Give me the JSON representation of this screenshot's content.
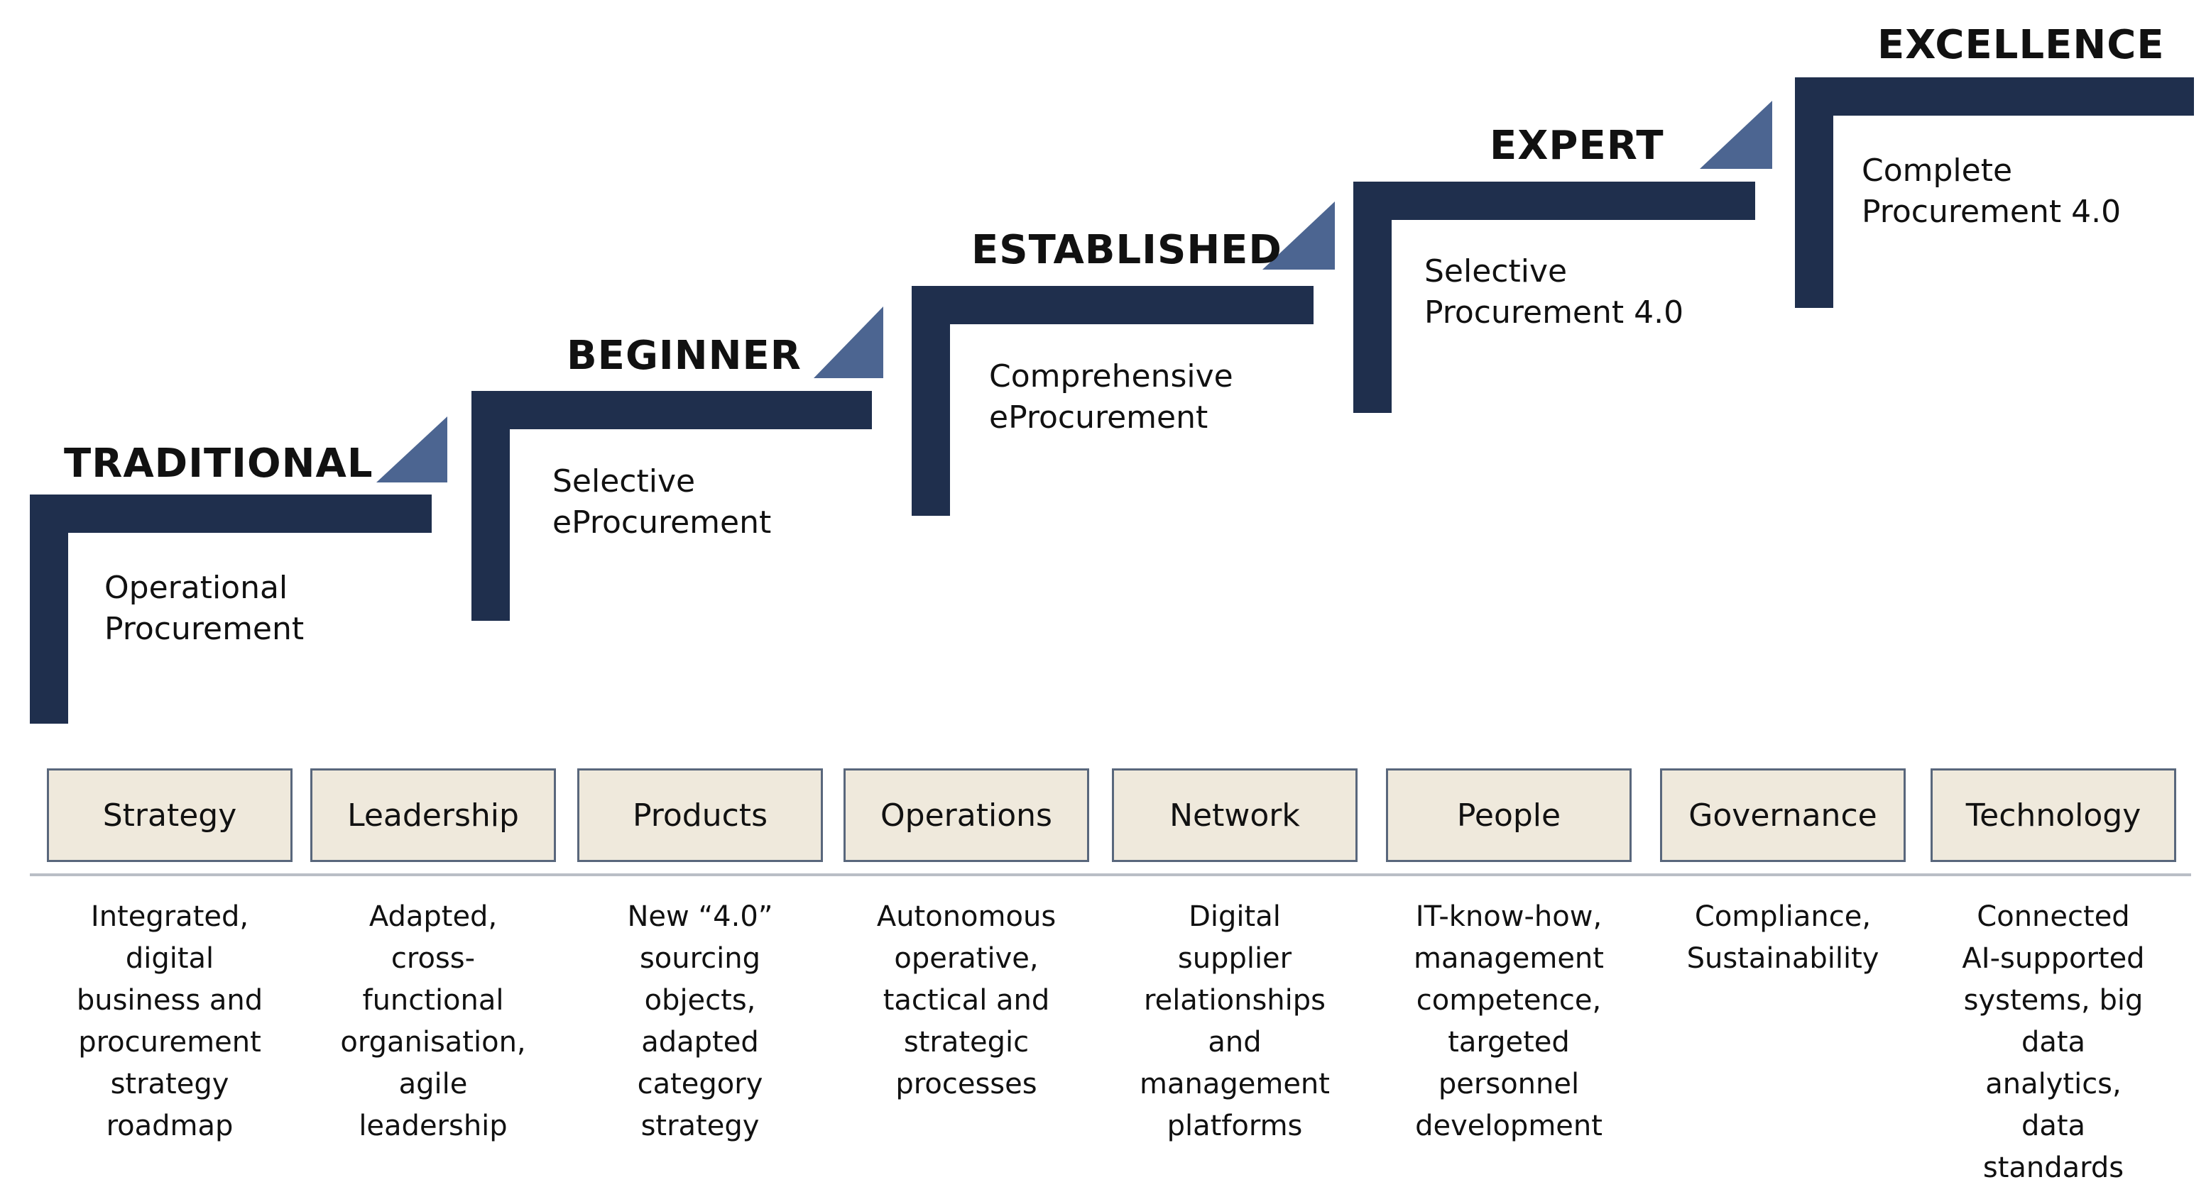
{
  "colors": {
    "navy": "#1f2f4d",
    "triangle": "#4c6591",
    "box_fill": "#efe9dc",
    "box_border": "#59677c",
    "divider": "#b9bec6"
  },
  "levels": [
    {
      "title": "TRADITIONAL",
      "description_lines": [
        "Operational",
        "Procurement"
      ]
    },
    {
      "title": "BEGINNER",
      "description_lines": [
        "Selective",
        "eProcurement"
      ]
    },
    {
      "title": "ESTABLISHED",
      "description_lines": [
        "Comprehensive",
        "eProcurement"
      ]
    },
    {
      "title": "EXPERT",
      "description_lines": [
        "Selective",
        "Procurement 4.0"
      ]
    },
    {
      "title": "EXCELLENCE",
      "description_lines": [
        "Complete",
        "Procurement 4.0"
      ]
    }
  ],
  "categories": [
    {
      "label": "Strategy",
      "description_lines": [
        "Integrated,",
        "digital",
        "business and",
        "procurement",
        "strategy",
        "roadmap"
      ]
    },
    {
      "label": "Leadership",
      "description_lines": [
        "Adapted,",
        "cross-",
        "functional",
        "organisation,",
        "agile",
        "leadership"
      ]
    },
    {
      "label": "Products",
      "description_lines": [
        "New “4.0”",
        "sourcing",
        "objects,",
        "adapted",
        "category",
        "strategy"
      ]
    },
    {
      "label": "Operations",
      "description_lines": [
        "Autonomous",
        "operative,",
        "tactical and",
        "strategic",
        "processes"
      ]
    },
    {
      "label": "Network",
      "description_lines": [
        "Digital",
        "supplier",
        "relationships",
        "and",
        "management",
        "platforms"
      ]
    },
    {
      "label": "People",
      "description_lines": [
        "IT-know-how,",
        "management",
        "competence,",
        "targeted",
        "personnel",
        "development"
      ]
    },
    {
      "label": "Governance",
      "description_lines": [
        "Compliance,",
        "Sustainability"
      ]
    },
    {
      "label": "Technology",
      "description_lines": [
        "Connected",
        "AI-supported",
        "systems, big",
        "data",
        "analytics,",
        "data",
        "standards"
      ]
    }
  ]
}
